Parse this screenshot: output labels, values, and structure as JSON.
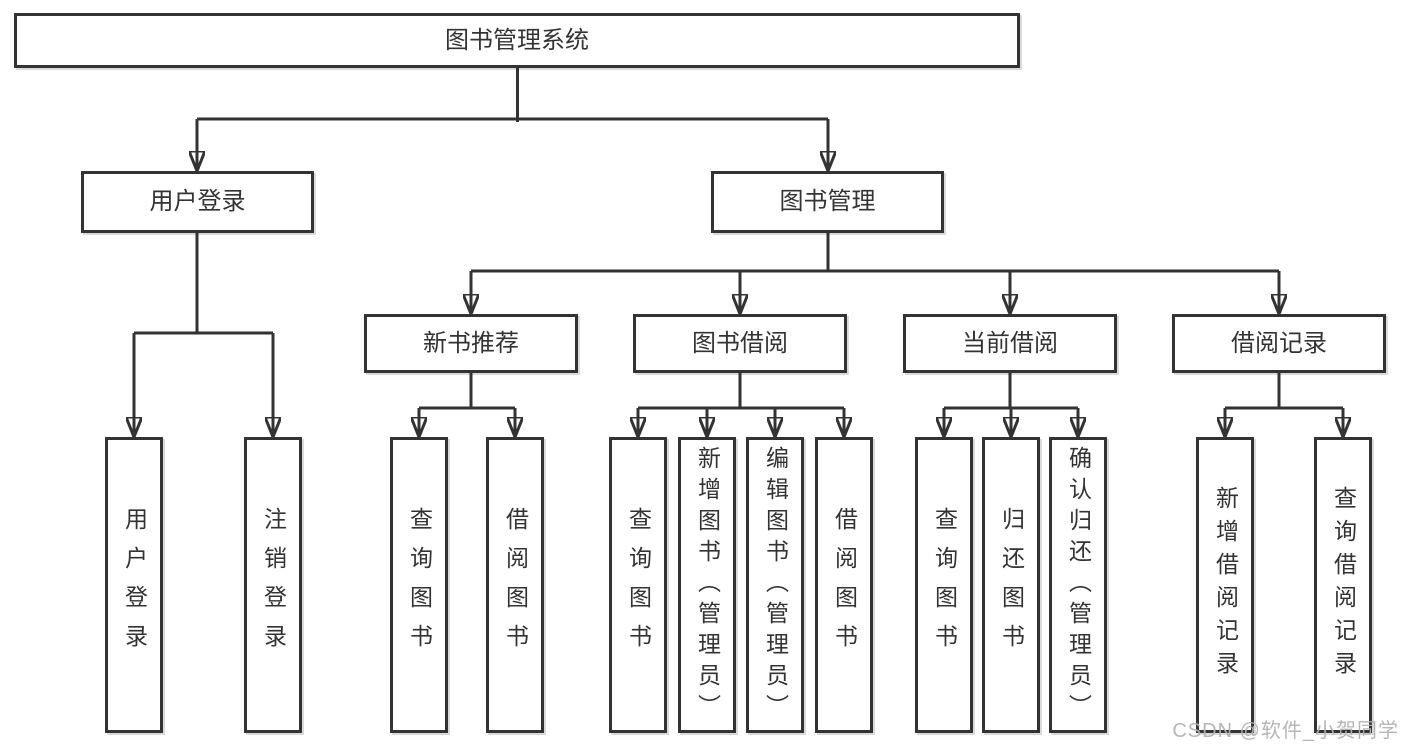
{
  "diagram_title": "图书管理系统",
  "colors": {
    "line": "#333333",
    "text": "#333333",
    "box_background": "#ffffff",
    "page_background": "#ffffff",
    "watermark": "#b2b2b2"
  },
  "tree": {
    "label": "图书管理系统",
    "children": [
      {
        "label": "用户登录",
        "children": [
          {
            "label": "用户登录"
          },
          {
            "label": "注销登录"
          }
        ]
      },
      {
        "label": "图书管理",
        "children": [
          {
            "label": "新书推荐",
            "children": [
              {
                "label": "查询图书"
              },
              {
                "label": "借阅图书"
              }
            ]
          },
          {
            "label": "图书借阅",
            "children": [
              {
                "label": "查询图书"
              },
              {
                "label": "新增图书（管理员）"
              },
              {
                "label": "编辑图书（管理员）"
              },
              {
                "label": "借阅图书"
              }
            ]
          },
          {
            "label": "当前借阅",
            "children": [
              {
                "label": "查询图书"
              },
              {
                "label": "归还图书"
              },
              {
                "label": "确认归还（管理员）"
              }
            ]
          },
          {
            "label": "借阅记录",
            "children": [
              {
                "label": "新增借阅记录"
              },
              {
                "label": "查询借阅记录"
              }
            ]
          }
        ]
      }
    ]
  },
  "watermark": {
    "text": "CSDN @软件_小贺同学"
  }
}
